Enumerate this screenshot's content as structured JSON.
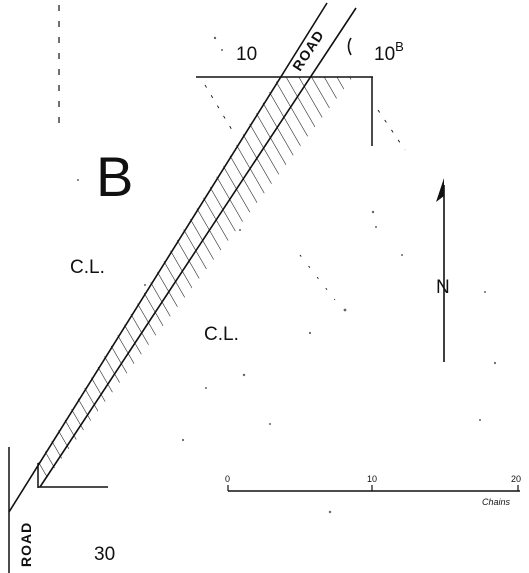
{
  "map": {
    "parcel_label": "B",
    "cl_left": "C.L.",
    "cl_right": "C.L.",
    "lot_top_left": "10",
    "lot_top_right_base": "10",
    "lot_top_right_sup": "B",
    "road_top": "ROAD",
    "road_bottom": "ROAD",
    "lot_bottom": "30",
    "north_label": "N",
    "scale": {
      "tick_start": "0",
      "tick_mid": "10",
      "tick_end": "20",
      "unit": "Chains"
    }
  },
  "colors": {
    "ink": "#111111",
    "paper": "#ffffff"
  }
}
